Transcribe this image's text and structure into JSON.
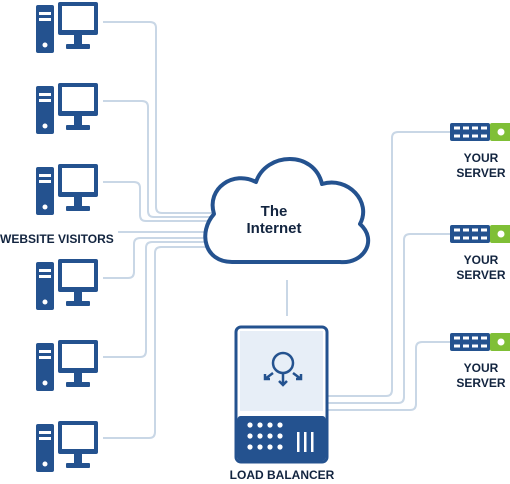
{
  "diagram": {
    "visitors_label": "WEBSITE VISITORS",
    "cloud_label_line1": "The",
    "cloud_label_line2": "Internet",
    "load_balancer_label": "LOAD BALANCER",
    "servers": [
      {
        "line1": "YOUR",
        "line2": "SERVER"
      },
      {
        "line1": "YOUR",
        "line2": "SERVER"
      },
      {
        "line1": "YOUR",
        "line2": "SERVER"
      }
    ],
    "visitor_count": 6,
    "colors": {
      "navy": "#24528f",
      "dark": "#12243f",
      "line": "#c9d7e6",
      "green": "#7fbf36",
      "panel": "#e7eef7"
    }
  }
}
